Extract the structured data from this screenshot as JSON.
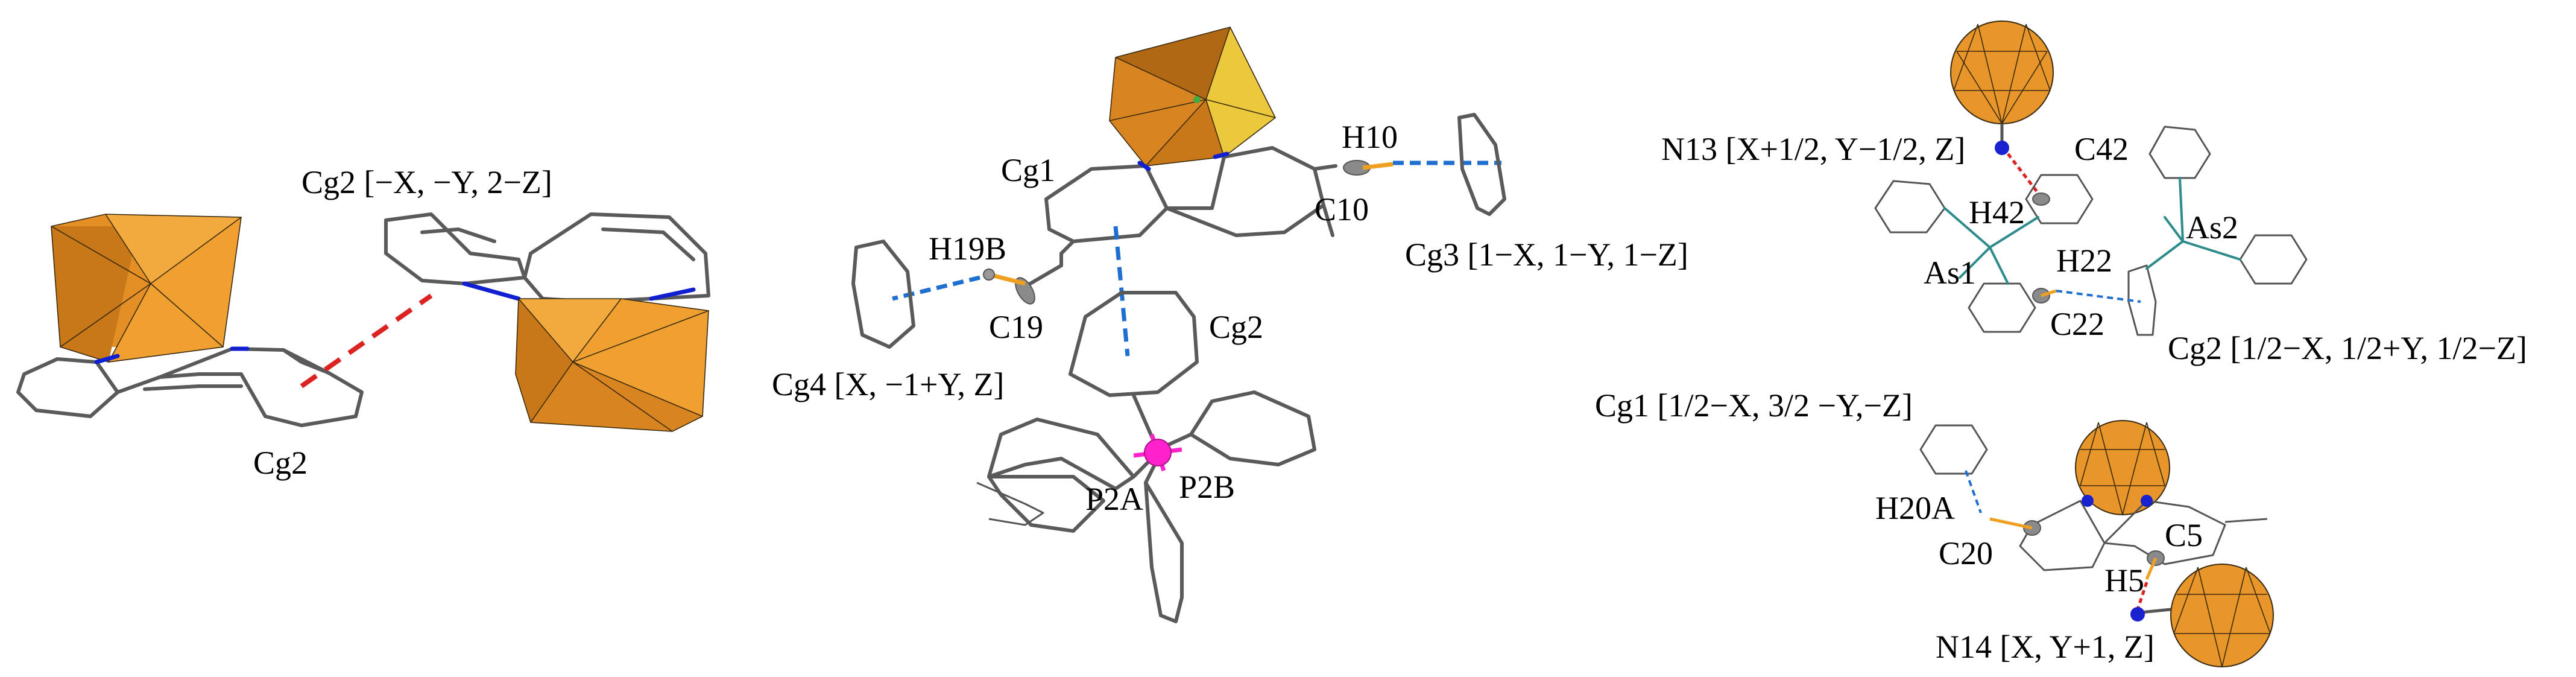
{
  "colors": {
    "polyhedron_fill": "#e8952a",
    "polyhedron_dark": "#b86a14",
    "polyhedron_light": "#f5b24a",
    "polyhedron_yellow": "#f0d040",
    "nitrogen": "#1a22d0",
    "phosphorus": "#ff22cc",
    "arsenic_bond": "#2e8b8b",
    "hbond_orange": "#f0a020",
    "contact_red": "#dd2222",
    "contact_blue": "#1f6fd0",
    "carbon_ellipsoid": "#8a8a8a"
  },
  "panel_left": {
    "symmetry_label": "Cg2 [−X, −Y, 2−Z]",
    "centroid_label": "Cg2"
  },
  "panel_middle": {
    "labels": {
      "cg1": "Cg1",
      "h19b": "H19B",
      "c19": "C19",
      "cg4": "Cg4 [X, −1+Y, Z]",
      "h10": "H10",
      "c10": "C10",
      "cg3": "Cg3 [1−X, 1−Y, 1−Z]",
      "cg2": "Cg2",
      "p2a": "P2A",
      "p2b": "P2B"
    }
  },
  "panel_right_top": {
    "labels": {
      "n13": "N13 [X+1/2, Y−1/2, Z]",
      "c42": "C42",
      "h42": "H42",
      "as1": "As1",
      "h22": "H22",
      "c22": "C22",
      "as2": "As2",
      "cg2": "Cg2 [1/2−X, 1/2+Y, 1/2−Z]"
    }
  },
  "panel_right_bottom": {
    "labels": {
      "cg1": "Cg1 [1/2−X, 3/2 −Y,−Z]",
      "h20a": "H20A",
      "c20": "C20",
      "c5": "C5",
      "h5": "H5",
      "n14": "N14 [X, Y+1, Z]"
    }
  }
}
